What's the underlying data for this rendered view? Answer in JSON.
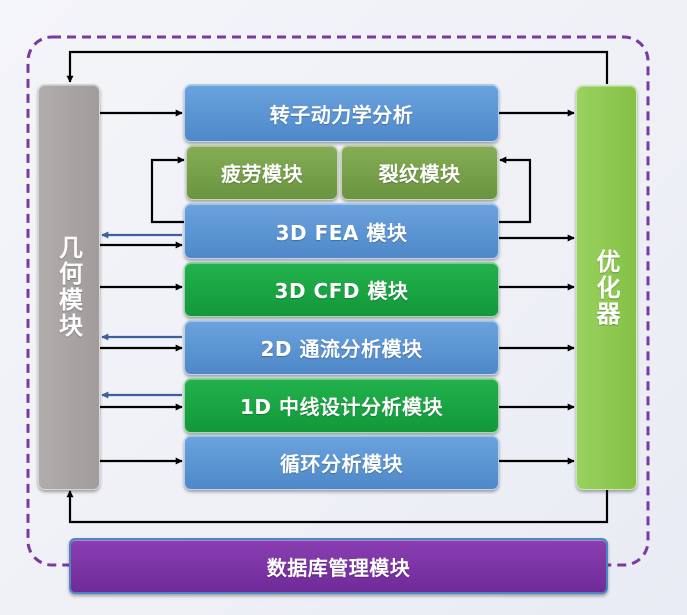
{
  "left_module": "几何模块",
  "right_module": "优化器",
  "bottom_module": "数据库管理模块",
  "modules": {
    "rotor": "转子动力学分析",
    "fatigue": "疲劳模块",
    "crack": "裂纹模块",
    "fea": "3D FEA 模块",
    "cfd": "3D CFD 模块",
    "flow2d": "2D 通流分析模块",
    "line1d": "1D 中线设计分析模块",
    "cycle": "循环分析模块"
  },
  "colors": {
    "blue_module": "#5b95d3",
    "green_module": "#15a540",
    "olive_module": "#76a04a",
    "geometry_module": "#aaa4a4",
    "optimizer_module": "#8fcb52",
    "database_module": "#7a34a5",
    "dashed_border": "#7a3aa6",
    "feedback_arrow": "#3d5f9c"
  }
}
